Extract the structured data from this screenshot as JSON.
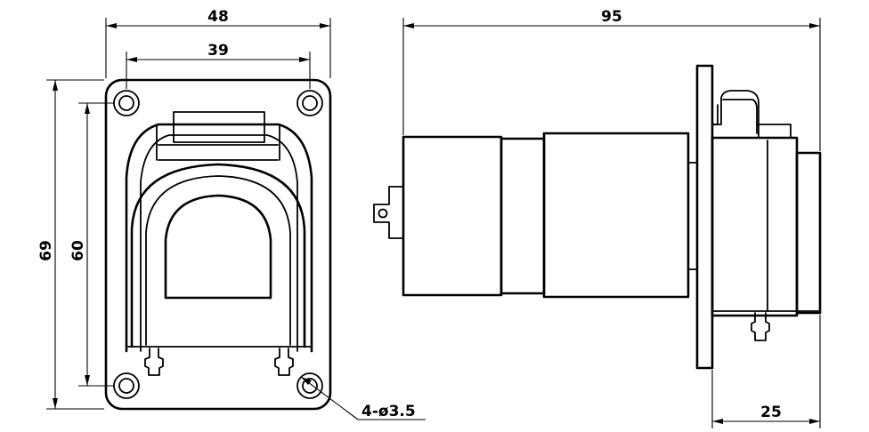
{
  "dimensions": {
    "front_width_outer": "48",
    "front_width_holes": "39",
    "front_height_outer": "69",
    "front_height_holes": "60",
    "side_length": "95",
    "side_protrusion": "25",
    "hole_callout": "4-ø3.5"
  }
}
